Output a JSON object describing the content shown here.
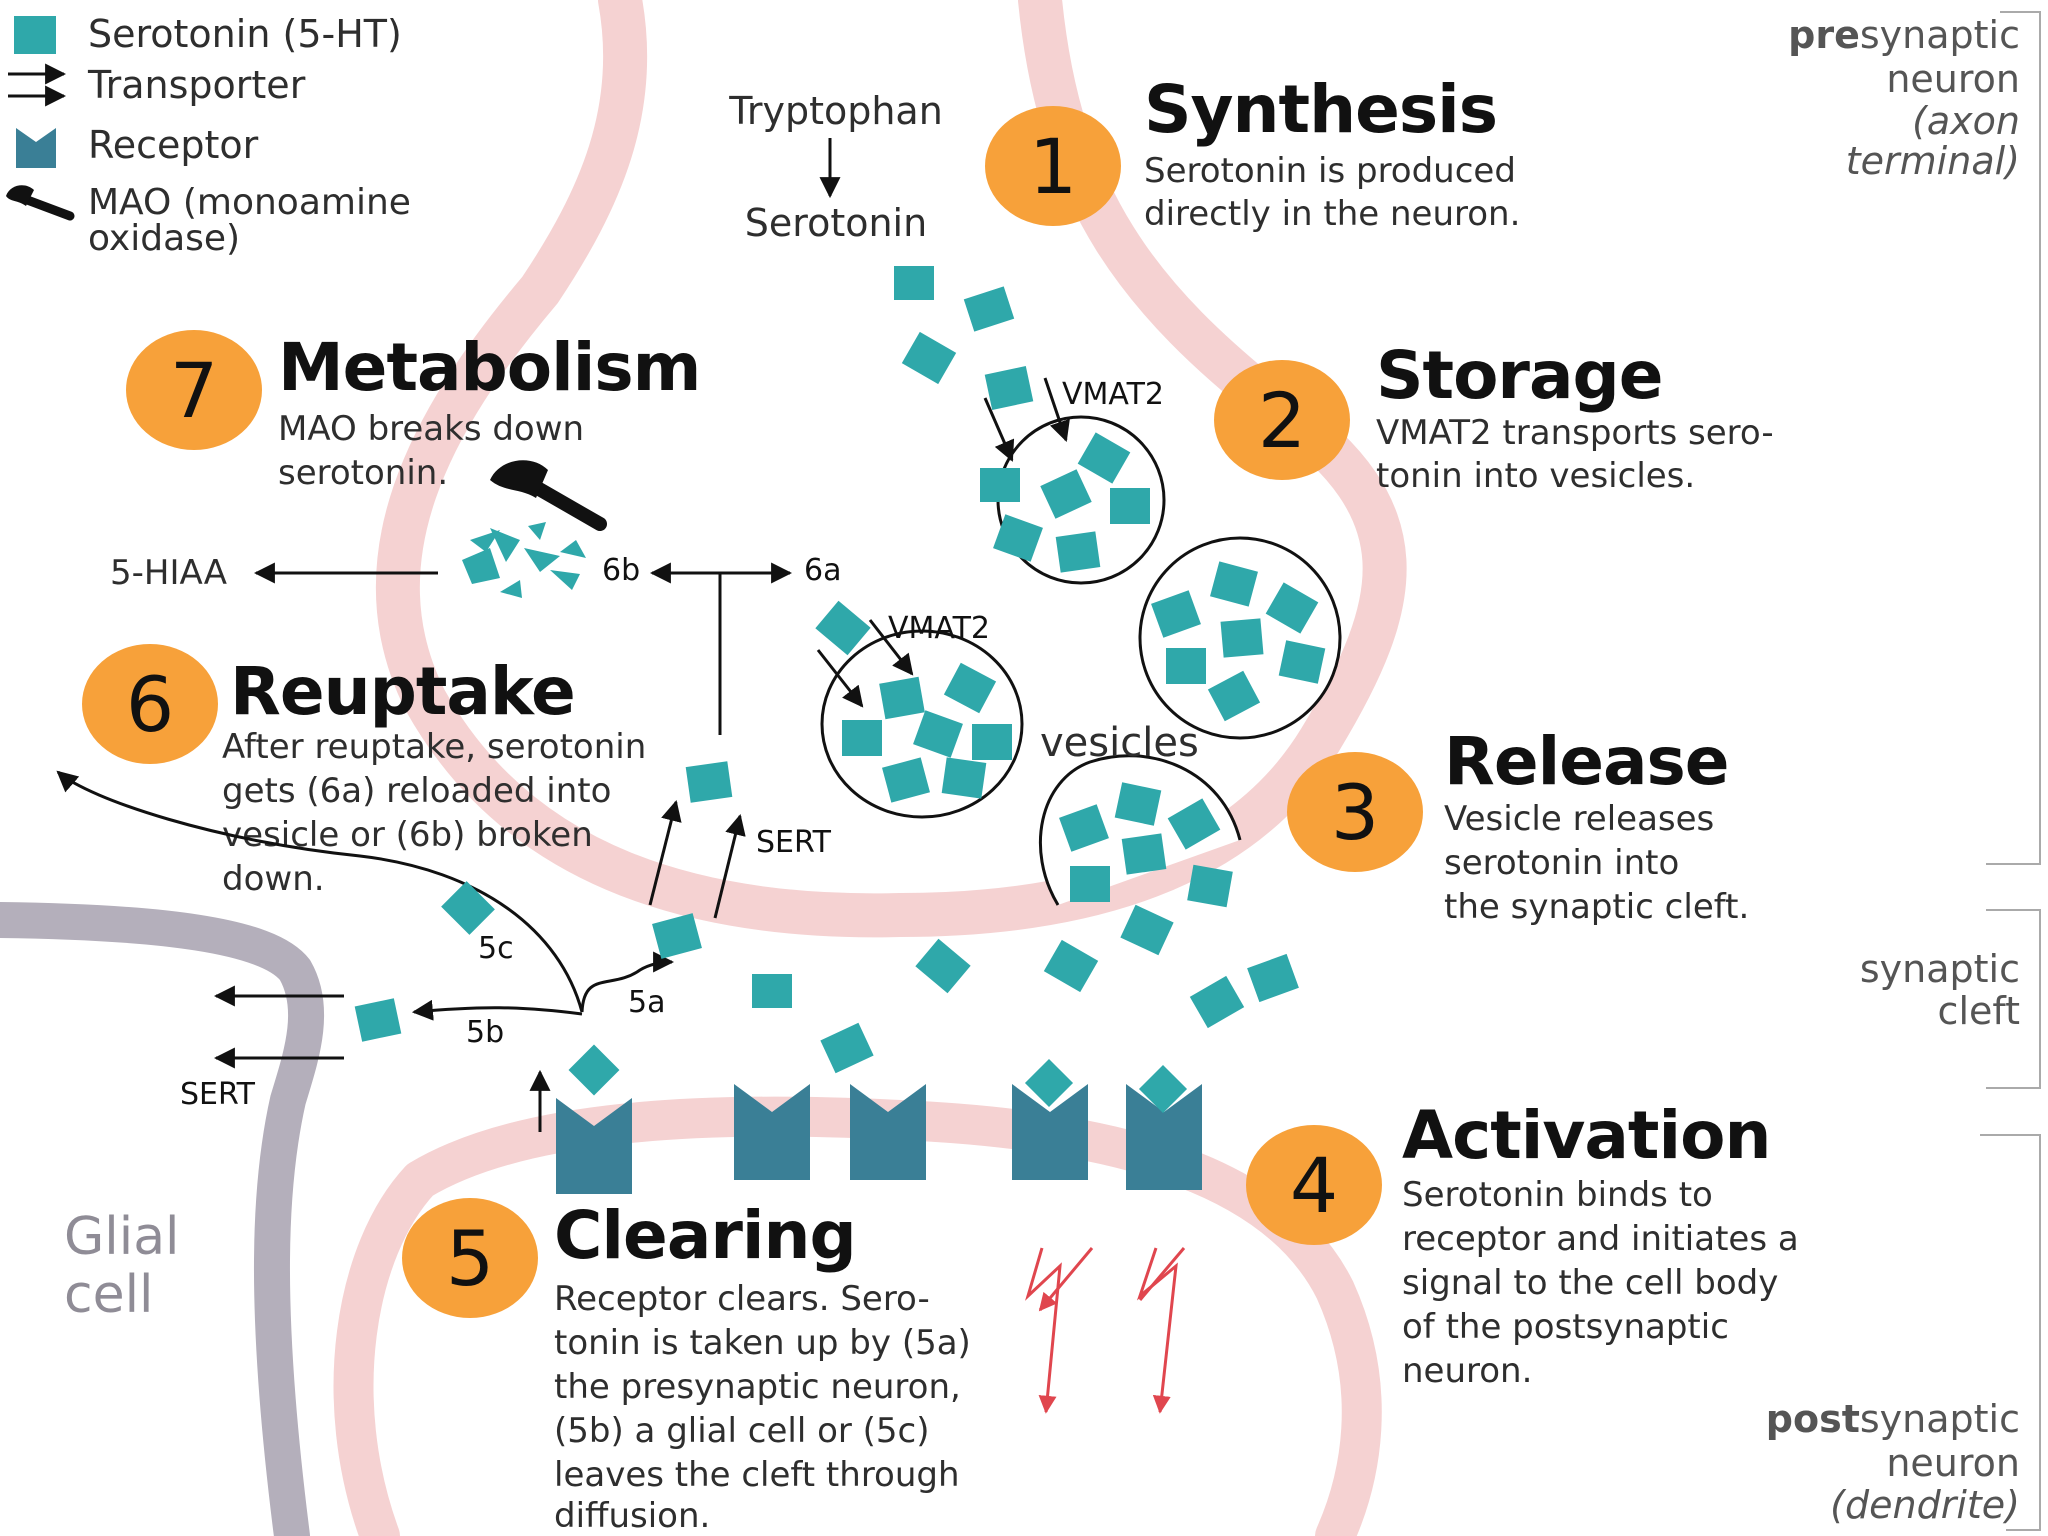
{
  "legend": {
    "serotonin": "Serotonin (5-HT)",
    "transporter": "Transporter",
    "receptor": "Receptor",
    "mao_line1": "MAO (monoamine",
    "mao_line2": "oxidase)"
  },
  "steps": {
    "s1": {
      "number": "1",
      "title": "Synthesis",
      "lines": [
        "Serotonin is produced",
        "directly in the neuron."
      ]
    },
    "s2": {
      "number": "2",
      "title": "Storage",
      "lines": [
        "VMAT2 transports sero-",
        "tonin into vesicles."
      ]
    },
    "s3": {
      "number": "3",
      "title": "Release",
      "lines": [
        "Vesicle releases",
        "serotonin into",
        "the synaptic cleft."
      ]
    },
    "s4": {
      "number": "4",
      "title": "Activation",
      "lines": [
        "Serotonin binds to",
        "receptor and initiates a",
        "signal to the cell body",
        "of the postsynaptic",
        "neuron."
      ]
    },
    "s5": {
      "number": "5",
      "title": "Clearing",
      "lines": [
        "Receptor clears. Sero-",
        "tonin is taken up by (5a)",
        "the presynaptic neuron,",
        "(5b) a glial cell or (5c)",
        "leaves the cleft through",
        "diffusion."
      ]
    },
    "s6": {
      "number": "6",
      "title": "Reuptake",
      "lines": [
        "After reuptake, serotonin",
        "gets (6a) reloaded into",
        "vesicle or (6b) broken",
        "down."
      ]
    },
    "s7": {
      "number": "7",
      "title": "Metabolism",
      "lines": [
        "MAO breaks down",
        "serotonin."
      ]
    }
  },
  "labels": {
    "tryptophan": "Tryptophan",
    "serotonin": "Serotonin",
    "vmat2": "VMAT2",
    "vesicles": "vesicles",
    "hiaa": "5-HIAA",
    "l6a": "6a",
    "l6b": "6b",
    "l5a": "5a",
    "l5b": "5b",
    "l5c": "5c",
    "sert": "SERT",
    "glial1": "Glial",
    "glial2": "cell"
  },
  "side": {
    "pre_bold": "pre",
    "pre_rest": "synaptic",
    "pre_2": "neuron",
    "pre_3": "(axon",
    "pre_4": "terminal)",
    "cleft_1": "synaptic",
    "cleft_2": "cleft",
    "post_bold": "post",
    "post_rest": "synaptic",
    "post_2": "neuron",
    "post_3": "(dendrite)"
  },
  "colors": {
    "serotonin": "#2fa8aa",
    "receptor": "#3a7f96",
    "step_badge": "#f7a13a",
    "membrane": "#f5d2d2",
    "glia": "#b4afbb",
    "signal": "#e0464e"
  }
}
